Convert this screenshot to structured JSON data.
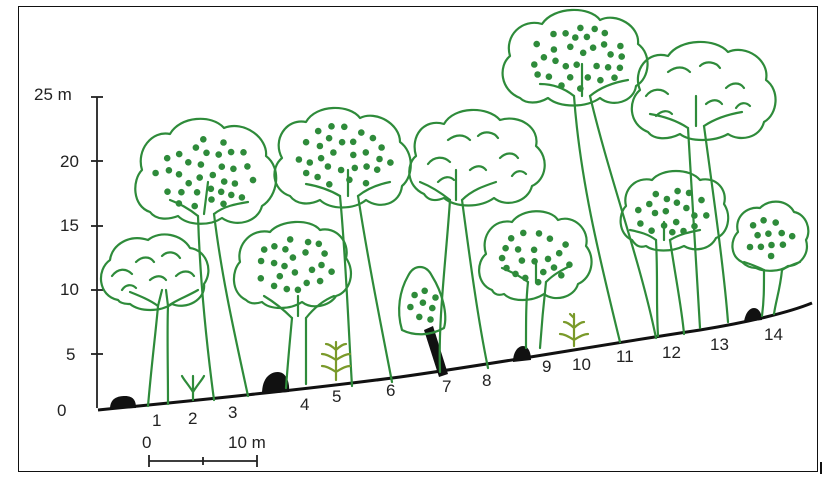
{
  "axis": {
    "unit_label": "25 m",
    "ticks": [
      {
        "value": 25,
        "label": "25 m"
      },
      {
        "value": 20,
        "label": "20"
      },
      {
        "value": 15,
        "label": "15"
      },
      {
        "value": 10,
        "label": "10"
      },
      {
        "value": 5,
        "label": "5"
      },
      {
        "value": 0,
        "label": "0"
      }
    ]
  },
  "scale_bar": {
    "start_label": "0",
    "end_label": "10 m"
  },
  "plant_labels": [
    "1",
    "2",
    "3",
    "4",
    "5",
    "6",
    "7",
    "8",
    "9",
    "10",
    "11",
    "12",
    "13",
    "14"
  ],
  "colors": {
    "foliage_stroke": "#2e8b3a",
    "dots": "#2e8b3a",
    "stump": "#111111",
    "sapling": "#7a9a2a",
    "ground": "#111111"
  }
}
